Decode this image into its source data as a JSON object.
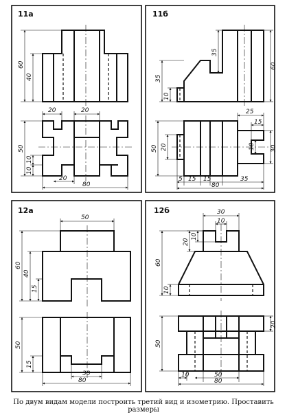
{
  "panels": [
    {
      "label": "11а"
    },
    {
      "label": "11б"
    },
    {
      "label": "12а"
    },
    {
      "label": "12б"
    }
  ],
  "dimensions": {
    "p11a": {
      "h60": "60",
      "h40": "40",
      "w20a": "20",
      "w20b": "20",
      "v50": "50",
      "v10a": "10",
      "v10b": "10",
      "w20c": "20",
      "w80": "80"
    },
    "p11b": {
      "h35a": "35",
      "h35b": "35",
      "h60": "60",
      "v10": "10",
      "w25": "25",
      "w15a": "15",
      "v50": "50",
      "v20": "20",
      "v10b": "10",
      "v30": "30",
      "w5": "5",
      "w15b": "15",
      "w15c": "15",
      "w35": "35",
      "w80": "80"
    },
    "p12a": {
      "w50": "50",
      "h60": "60",
      "h40": "40",
      "h15": "15",
      "v50": "50",
      "v15": "15",
      "w30": "30",
      "w80": "80"
    },
    "p12b": {
      "w30": "30",
      "w10a": "10",
      "v20a": "20",
      "v10a": "10",
      "h60": "60",
      "v10b": "10",
      "v20b": "20",
      "v50": "50",
      "w10b": "10",
      "w50": "50",
      "w80": "80"
    }
  },
  "caption": "По двум видам модели построить третий вид и изометрию. Проставить размеры"
}
